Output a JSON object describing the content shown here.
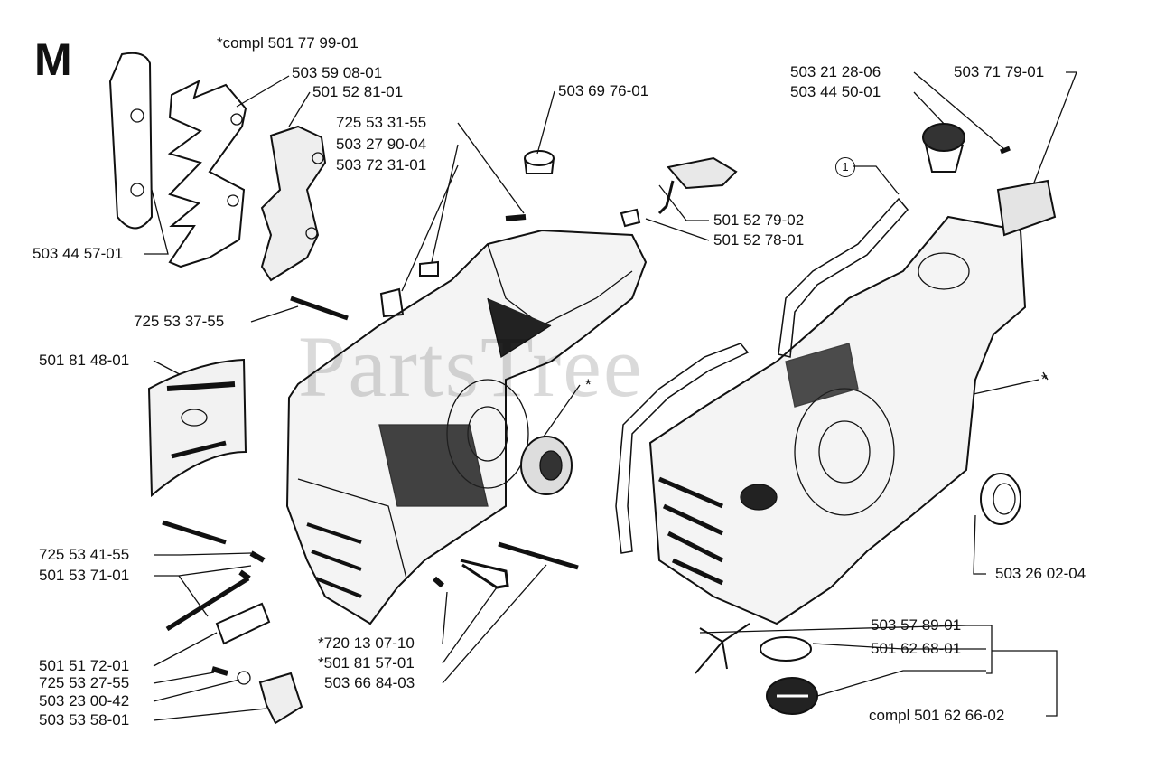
{
  "section_letter": "M",
  "watermark": "PartsTree",
  "callout_marker": "1",
  "labels": {
    "l01": "*compl 501 77 99-01",
    "l02": "503 59 08-01",
    "l03": "501 52 81-01",
    "l04": "725 53 31-55",
    "l05": "503 27 90-04",
    "l06": "503 72 31-01",
    "l07": "503 69 76-01",
    "l08": "501 52 79-02",
    "l09": "501 52 78-01",
    "l10": "503 44 57-01",
    "l11": "725 53 37-55",
    "l12": "501 81 48-01",
    "l13": "*",
    "l14": "725 53 41-55",
    "l15": "501 53 71-01",
    "l16": "501 51 72-01",
    "l17": "725 53 27-55",
    "l18": "503 23 00-42",
    "l19": "503 53 58-01",
    "l20": "*720 13 07-10",
    "l21": "*501 81 57-01",
    "l22": "503 66 84-03",
    "l23": "503 21 28-06",
    "l24": "503 44 50-01",
    "l25": "503 71 79-01",
    "l26": "*",
    "l27": "503 26 02-04",
    "l28": "503 57 89-01",
    "l29": "501 62 68-01",
    "l30": "compl 501 62 66-02"
  }
}
